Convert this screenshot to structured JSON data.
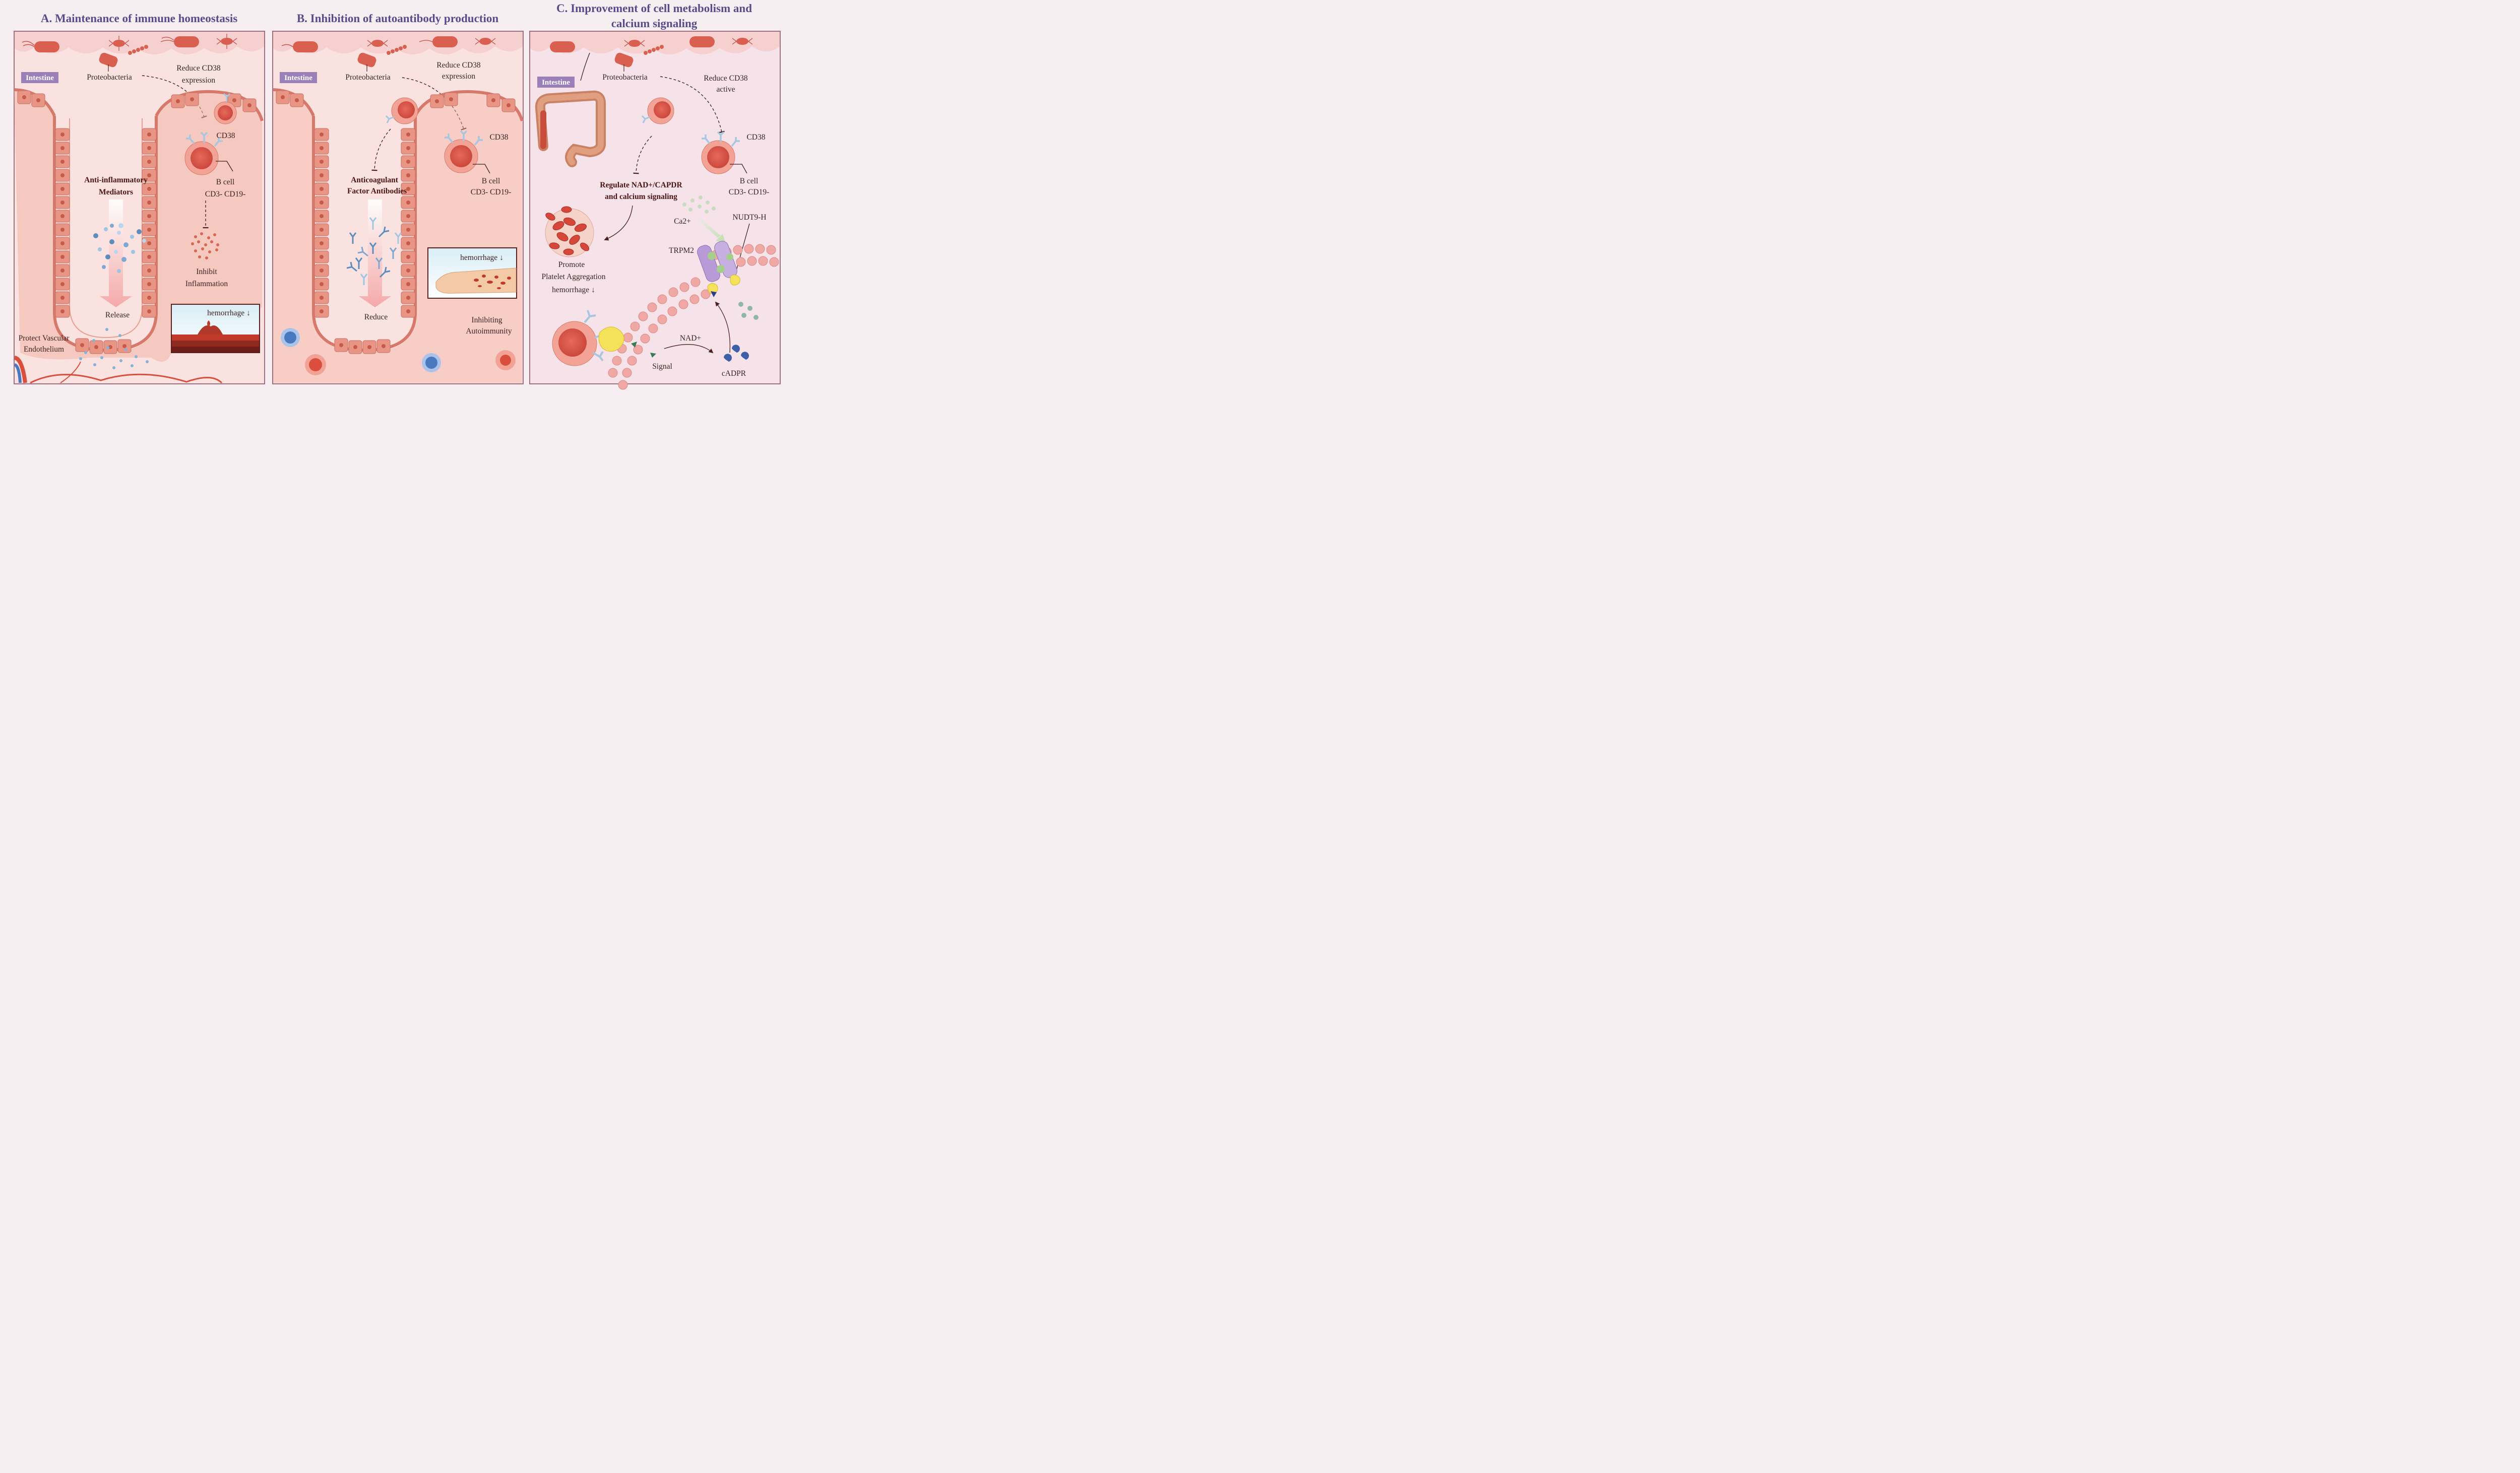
{
  "panels": {
    "a": {
      "title": "A. Maintenance of immune homeostasis",
      "intestine": "Intestine",
      "proteobacteria": "Proteobacteria",
      "reduce_line1": "Reduce CD38",
      "reduce_line2": "expression",
      "cd38": "CD38",
      "bcell_line1": "B cell",
      "bcell_line2": "CD3- CD19-",
      "mediator_line1": "Anti-inflammatory",
      "mediator_line2": "Mediators",
      "release": "Release",
      "inhibit_line1": "Inhibit",
      "inhibit_line2": "Inflammation",
      "hemorrhage": "hemorrhage ↓",
      "protect_line1": "Protect Vascular",
      "protect_line2": "Endothelium"
    },
    "b": {
      "title": "B. Inhibition of autoantibody production",
      "intestine": "Intestine",
      "proteobacteria": "Proteobacteria",
      "reduce_line1": "Reduce CD38",
      "reduce_line2": "expression",
      "cd38": "CD38",
      "bcell_line1": "B cell",
      "bcell_line2": "CD3- CD19-",
      "antibody_line1": "Anticoagulant",
      "antibody_line2": "Factor Antibodies",
      "reduce_arrow": "Reduce",
      "hemorrhage": "hemorrhage ↓",
      "inhibiting_line1": "Inhibiting",
      "inhibiting_line2": "Autoimmunity"
    },
    "c": {
      "title_line1": "C. Improvement of cell metabolism and",
      "title_line2": "calcium signaling",
      "intestine": "Intestine",
      "proteobacteria": "Proteobacteria",
      "reduce_line1": "Reduce CD38",
      "reduce_line2": "active",
      "cd38": "CD38",
      "bcell_line1": "B cell",
      "bcell_line2": "CD3- CD19-",
      "regulate_line1": "Regulate NAD+/CAPDR",
      "regulate_line2": "and calcium signaling",
      "promote_line1": "Promote",
      "promote_line2": "Platelet Aggregation",
      "hemorrhage": "hemorrhage ↓",
      "ca": "Ca2+",
      "nudt": "NUDT9-H",
      "trpm": "TRPM2",
      "nad": "NAD+",
      "signal": "Signal",
      "cadpr": "cADPR"
    }
  },
  "colors": {
    "title": "#5a4a8a",
    "tag": "#9b7fb8",
    "panel_border": "#a07080",
    "panel_bg": "#f9e2e0",
    "cell_fill": "#e89585",
    "nucleus": "#c85a48",
    "bacteria": "#d96050",
    "vessel_red": "#d94e3c",
    "vessel_blue": "#4a78c0"
  },
  "icons": [
    "bacteria-icon",
    "b-cell-icon",
    "antibody-icon",
    "platelet-icon",
    "colon-icon",
    "trpm2-channel-icon",
    "vessel-icon",
    "arm-icon",
    "skin-icon"
  ]
}
